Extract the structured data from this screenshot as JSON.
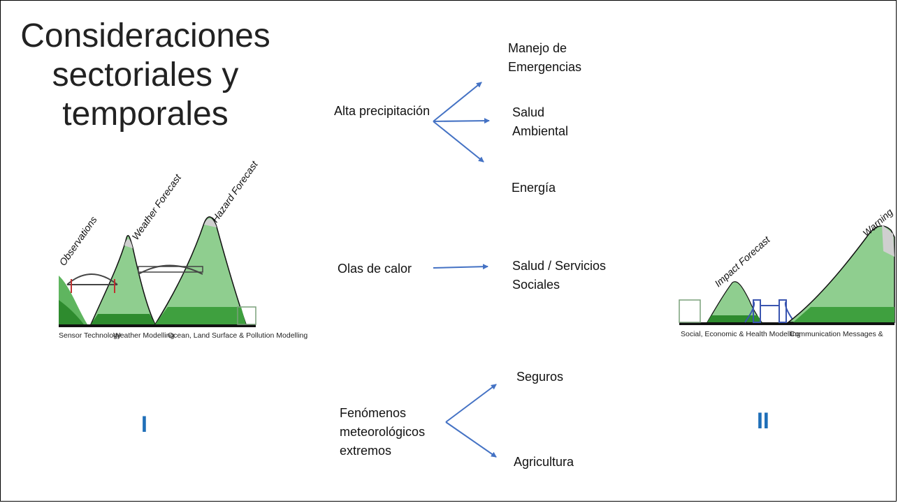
{
  "title": "Consideraciones sectoriales y temporales",
  "sources": {
    "precip": "Alta precipitación",
    "heat": "Olas de calor",
    "extreme": "Fenómenos meteorológicos extremos"
  },
  "sectors": {
    "emergency": "Manejo de Emergencias",
    "env_health": "Salud Ambiental",
    "energy": "Energía",
    "social": "Salud / Servicios Sociales",
    "insurance": "Seguros",
    "agriculture": "Agricultura"
  },
  "roman": {
    "one": "I",
    "two": "II"
  },
  "panel_left": {
    "peak_labels": [
      "Observations",
      "Weather Forecast",
      "Hazard Forecast"
    ],
    "captions": [
      "Sensor Technology",
      "Weather Modelling",
      "Ocean, Land Surface & Pollution Modelling"
    ]
  },
  "panel_right": {
    "peak_labels": [
      "Impact Forecast",
      "Warning"
    ],
    "captions": [
      "Social, Economic & Health Modelling",
      "Communication Messages &"
    ]
  },
  "colors": {
    "arrow": "#4472c4",
    "roman": "#1f6fb8",
    "green_dark": "#2e8b2e",
    "green_light": "#9fd49f",
    "bridge_blue": "#3a55b0"
  }
}
